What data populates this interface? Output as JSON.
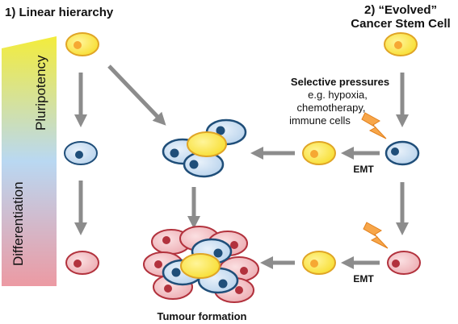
{
  "titles": {
    "linear": "1) Linear hierarchy",
    "evolved_line1": "2) “Evolved”",
    "evolved_line2": "Cancer Stem Cell"
  },
  "gradient_axis": {
    "top_label": "Pluripotency",
    "bottom_label": "Differentiation",
    "colors": [
      "#f3ec3c",
      "#b9d8f2",
      "#ec9aa3"
    ]
  },
  "selective_pressures": {
    "heading": "Selective pressures",
    "line1": "e.g. hypoxia,",
    "line2": "chemotherapy,",
    "line3": "immune cells"
  },
  "emt_labels": [
    "EMT",
    "EMT"
  ],
  "tumour_label": "Tumour formation",
  "cell_colors": {
    "stem_fill": "#fce94f",
    "stem_stroke": "#e0a526",
    "stem_nucleus": "#f6a833",
    "progenitor_fill": "#cfe2f3",
    "progenitor_stroke": "#1f4e79",
    "progenitor_nucleus": "#1f4e79",
    "diff_fill": "#f4c7cb",
    "diff_stroke": "#b2323d",
    "diff_nucleus": "#b2323d",
    "arrow": "#8c8c8c",
    "lightning": "#f7a64a"
  }
}
